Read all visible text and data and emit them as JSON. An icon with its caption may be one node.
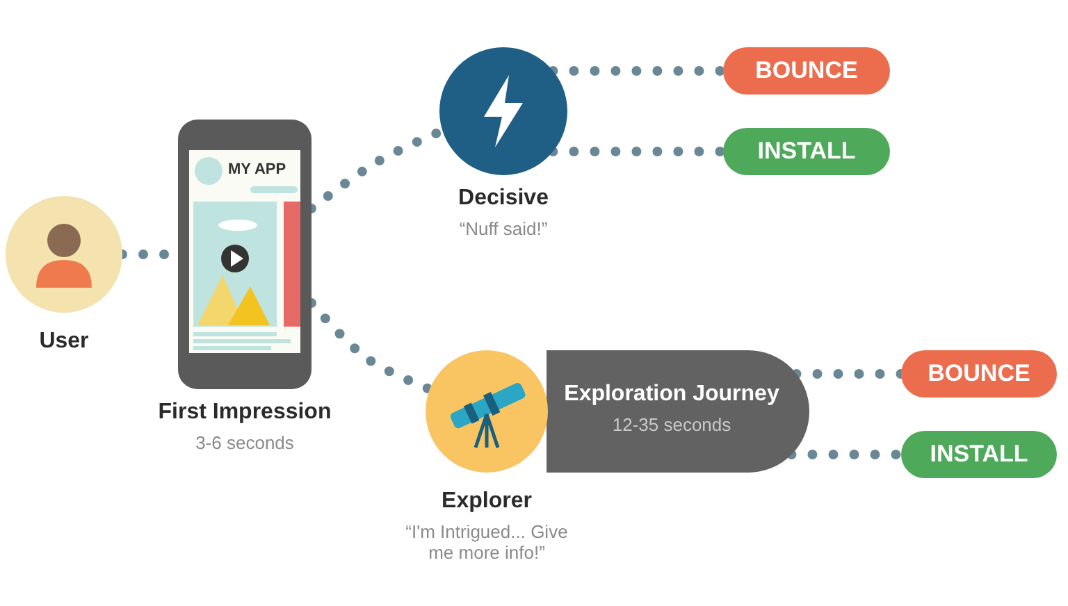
{
  "diagram": {
    "nodes": [
      {
        "text": [
          "User"
        ]
      },
      {
        "text": [
          "First Impression",
          "3-6 seconds"
        ]
      },
      {
        "text": [
          "Decisive",
          "“Nuff said!”"
        ]
      },
      {
        "text": [
          "BOUNCE"
        ]
      },
      {
        "text": [
          "INSTALL"
        ]
      },
      {
        "text": [
          "Exploration Journey",
          "12-35 seconds"
        ]
      },
      {
        "text": [
          "Explorer",
          "“I'm Intrigued... Give me more info!”"
        ]
      },
      {
        "text": [
          "BOUNCE"
        ]
      },
      {
        "text": [
          "INSTALL"
        ]
      }
    ],
    "edges": [
      {
        "from": 0,
        "to": 1,
        "arrow": "none"
      },
      {
        "from": 1,
        "to": 2,
        "arrow": "none"
      },
      {
        "from": 1,
        "to": 6,
        "arrow": "none"
      },
      {
        "from": 2,
        "to": 3,
        "arrow": "none"
      },
      {
        "from": 2,
        "to": 4,
        "arrow": "none"
      },
      {
        "from": 5,
        "to": 7,
        "arrow": "none"
      },
      {
        "from": 5,
        "to": 8,
        "arrow": "none"
      }
    ],
    "labels": [
      "MY APP"
    ]
  }
}
